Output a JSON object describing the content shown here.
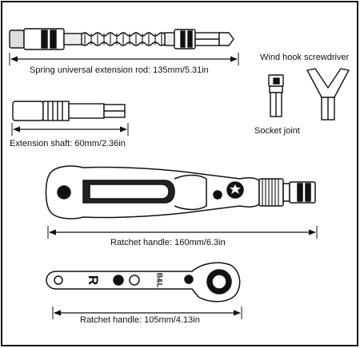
{
  "labels": {
    "spring_rod": "Spring universal extension rod: 135mm/5.31in",
    "wind_hook": "Wind hook screwdriver",
    "extension_shaft": "Extension shaft: 60mm/2.36in",
    "socket_joint": "Socket joint",
    "ratchet_long": "Ratchet handle: 160mm/6.3in",
    "ratchet_short": "Ratchet handle: 105mm/4.13in"
  },
  "marks": {
    "wrench_letter": "R",
    "wrench_logo": "B&L"
  }
}
